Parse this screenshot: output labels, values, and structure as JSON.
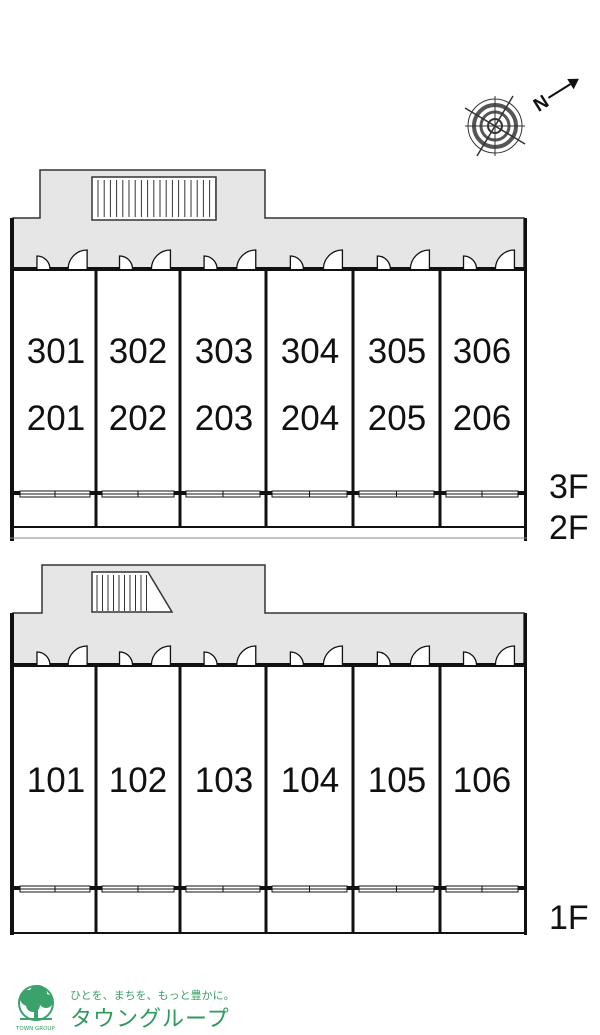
{
  "upper_plan": {
    "floor_label_top": "3F",
    "floor_label_bottom": "2F",
    "units_3f": [
      "301",
      "302",
      "303",
      "304",
      "305",
      "306"
    ],
    "units_2f": [
      "201",
      "202",
      "203",
      "204",
      "205",
      "206"
    ]
  },
  "lower_plan": {
    "floor_label": "1F",
    "units_1f": [
      "101",
      "102",
      "103",
      "104",
      "105",
      "106"
    ]
  },
  "compass": {
    "north_label": "N"
  },
  "logo": {
    "tagline": "ひとを、まちを、もっと豊かに。",
    "name": "タウングループ",
    "sub": "TOWN GROUP"
  },
  "colors": {
    "corridor_fill": "#e6e6e6",
    "wall": "#111111",
    "brand_green": "#2e9a5e"
  }
}
